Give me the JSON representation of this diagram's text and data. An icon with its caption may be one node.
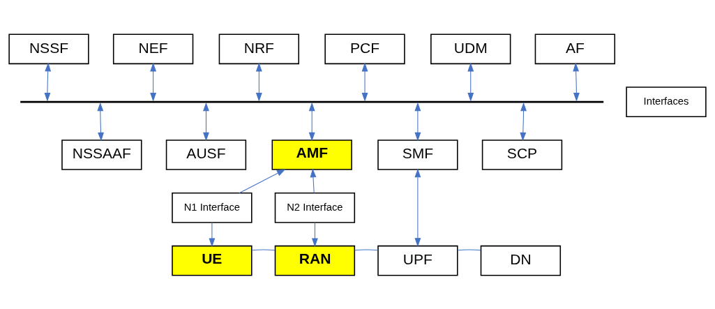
{
  "diagram": {
    "nodes": [
      {
        "text": [
          "NSSF"
        ]
      },
      {
        "text": [
          "NEF"
        ]
      },
      {
        "text": [
          "NRF"
        ]
      },
      {
        "text": [
          "PCF"
        ]
      },
      {
        "text": [
          "UDM"
        ]
      },
      {
        "text": [
          "AF"
        ]
      },
      {
        "text": [],
        "shape": "bar"
      },
      {
        "text": [
          "Interfaces"
        ]
      },
      {
        "text": [
          "NSSAAF"
        ]
      },
      {
        "text": [
          "AUSF"
        ]
      },
      {
        "text": [
          "AMF"
        ]
      },
      {
        "text": [
          "SMF"
        ]
      },
      {
        "text": [
          "SCP"
        ]
      },
      {
        "text": [
          "N1 Interface"
        ]
      },
      {
        "text": [
          "N2 Interface"
        ]
      },
      {
        "text": [
          "UE"
        ]
      },
      {
        "text": [
          "RAN"
        ]
      },
      {
        "text": [
          "UPF"
        ]
      },
      {
        "text": [
          "DN"
        ]
      }
    ],
    "edges": [
      {
        "from": 0,
        "to": 6,
        "arrow": "both"
      },
      {
        "from": 1,
        "to": 6,
        "arrow": "both"
      },
      {
        "from": 2,
        "to": 6,
        "arrow": "both"
      },
      {
        "from": 3,
        "to": 6,
        "arrow": "both"
      },
      {
        "from": 4,
        "to": 6,
        "arrow": "both"
      },
      {
        "from": 5,
        "to": 6,
        "arrow": "both"
      },
      {
        "from": 6,
        "to": 8,
        "arrow": "both"
      },
      {
        "from": 6,
        "to": 9,
        "arrow": "both"
      },
      {
        "from": 6,
        "to": 10,
        "arrow": "both"
      },
      {
        "from": 6,
        "to": 11,
        "arrow": "both"
      },
      {
        "from": 6,
        "to": 12,
        "arrow": "both"
      },
      {
        "from": 13,
        "to": 10,
        "arrow": "to"
      },
      {
        "from": 13,
        "to": 15,
        "arrow": "to"
      },
      {
        "from": 14,
        "to": 10,
        "arrow": "to"
      },
      {
        "from": 14,
        "to": 16,
        "arrow": "to"
      },
      {
        "from": 11,
        "to": 17,
        "arrow": "both"
      },
      {
        "from": 15,
        "to": 16,
        "arrow": "none"
      },
      {
        "from": 16,
        "to": 17,
        "arrow": "none"
      },
      {
        "from": 17,
        "to": 18,
        "arrow": "none"
      }
    ]
  }
}
